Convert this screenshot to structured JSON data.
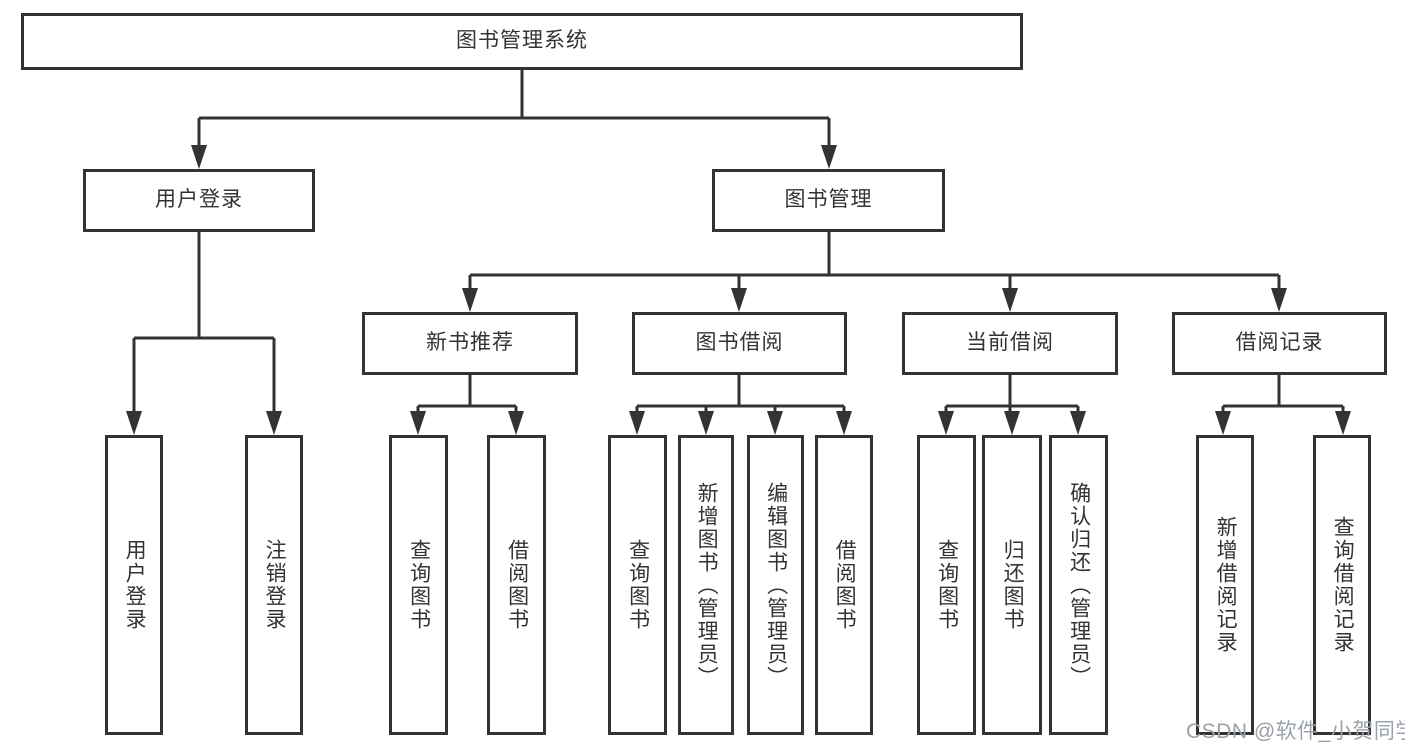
{
  "diagram": {
    "type": "tree-structure-chart",
    "line_color": "#333333",
    "box_border_color": "#333333",
    "box_fill_color": "#ffffff",
    "text_color": "#333333",
    "watermark_color": "#9ba1a8",
    "background_color": "#ffffff"
  },
  "boxes": {
    "root": "图书管理系统",
    "user_login": "用户登录",
    "book_mgmt": "图书管理",
    "new_book_rec": "新书推荐",
    "book_borrow": "图书借阅",
    "current_borrow": "当前借阅",
    "borrow_records": "借阅记录",
    "ul_user_login": "用户登录",
    "ul_logout": "注销登录",
    "nb_query_book": "查询图书",
    "nb_borrow_book": "借阅图书",
    "bb_query_book": "查询图书",
    "bb_add_book": "新增图书（管理员）",
    "bb_edit_book": "编辑图书（管理员）",
    "bb_borrow_book": "借阅图书",
    "cb_query_book": "查询图书",
    "cb_return_book": "归还图书",
    "cb_confirm_return": "确认归还（管理员）",
    "br_add_record": "新增借阅记录",
    "br_query_record": "查询借阅记录"
  },
  "watermark": "CSDN @软件_小贺同学",
  "hierarchy": {
    "图书管理系统": {
      "用户登录": [
        "用户登录",
        "注销登录"
      ],
      "图书管理": {
        "新书推荐": [
          "查询图书",
          "借阅图书"
        ],
        "图书借阅": [
          "查询图书",
          "新增图书（管理员）",
          "编辑图书（管理员）",
          "借阅图书"
        ],
        "当前借阅": [
          "查询图书",
          "归还图书",
          "确认归还（管理员）"
        ],
        "借阅记录": [
          "新增借阅记录",
          "查询借阅记录"
        ]
      }
    }
  }
}
